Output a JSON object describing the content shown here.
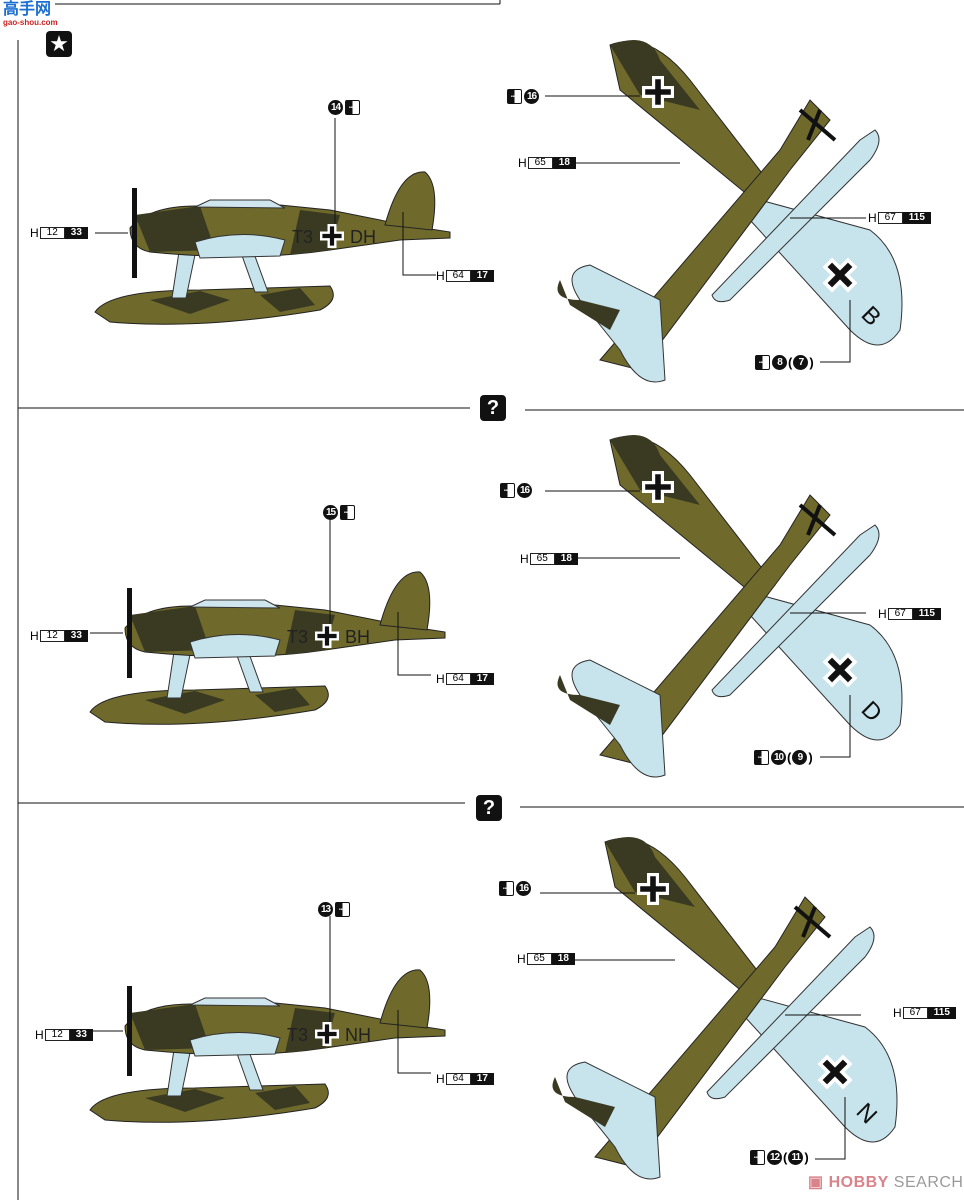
{
  "header": {
    "logo_text": "高手网",
    "logo_subtext": "gao-shou.com",
    "marking_icon": "star-icon"
  },
  "divider_icon_label": "?",
  "colors": {
    "camo_dark": "#3a3a22",
    "camo_olive": "#6f6a2c",
    "underside_blue": "#c7e3ec",
    "ink": "#111111"
  },
  "panels": [
    {
      "side": {
        "code_left": "T3",
        "code_right": "DH",
        "decal": "14",
        "callouts": [
          {
            "prefix": "H",
            "code": "12",
            "number": "33"
          },
          {
            "prefix": "H",
            "code": "64",
            "number": "17"
          }
        ]
      },
      "top": {
        "wing_letter": "B",
        "cross_decal": "16",
        "tail_decal": "8",
        "tail_decal_alt": "7",
        "callouts": [
          {
            "prefix": "H",
            "code": "65",
            "number": "18"
          },
          {
            "prefix": "H",
            "code": "67",
            "number": "115"
          }
        ]
      }
    },
    {
      "side": {
        "code_left": "T3",
        "code_right": "BH",
        "decal": "15",
        "callouts": [
          {
            "prefix": "H",
            "code": "12",
            "number": "33"
          },
          {
            "prefix": "H",
            "code": "64",
            "number": "17"
          }
        ]
      },
      "top": {
        "wing_letter": "D",
        "cross_decal": "16",
        "tail_decal": "10",
        "tail_decal_alt": "9",
        "callouts": [
          {
            "prefix": "H",
            "code": "65",
            "number": "18"
          },
          {
            "prefix": "H",
            "code": "67",
            "number": "115"
          }
        ]
      }
    },
    {
      "side": {
        "code_left": "T3",
        "code_right": "NH",
        "decal": "13",
        "callouts": [
          {
            "prefix": "H",
            "code": "12",
            "number": "33"
          },
          {
            "prefix": "H",
            "code": "64",
            "number": "17"
          }
        ]
      },
      "top": {
        "wing_letter": "N",
        "cross_decal": "16",
        "tail_decal": "12",
        "tail_decal_alt": "11",
        "callouts": [
          {
            "prefix": "H",
            "code": "65",
            "number": "18"
          },
          {
            "prefix": "H",
            "code": "67",
            "number": "115"
          }
        ]
      }
    }
  ],
  "watermark": {
    "brand": "HOBBY",
    "suffix": "SEARCH"
  }
}
